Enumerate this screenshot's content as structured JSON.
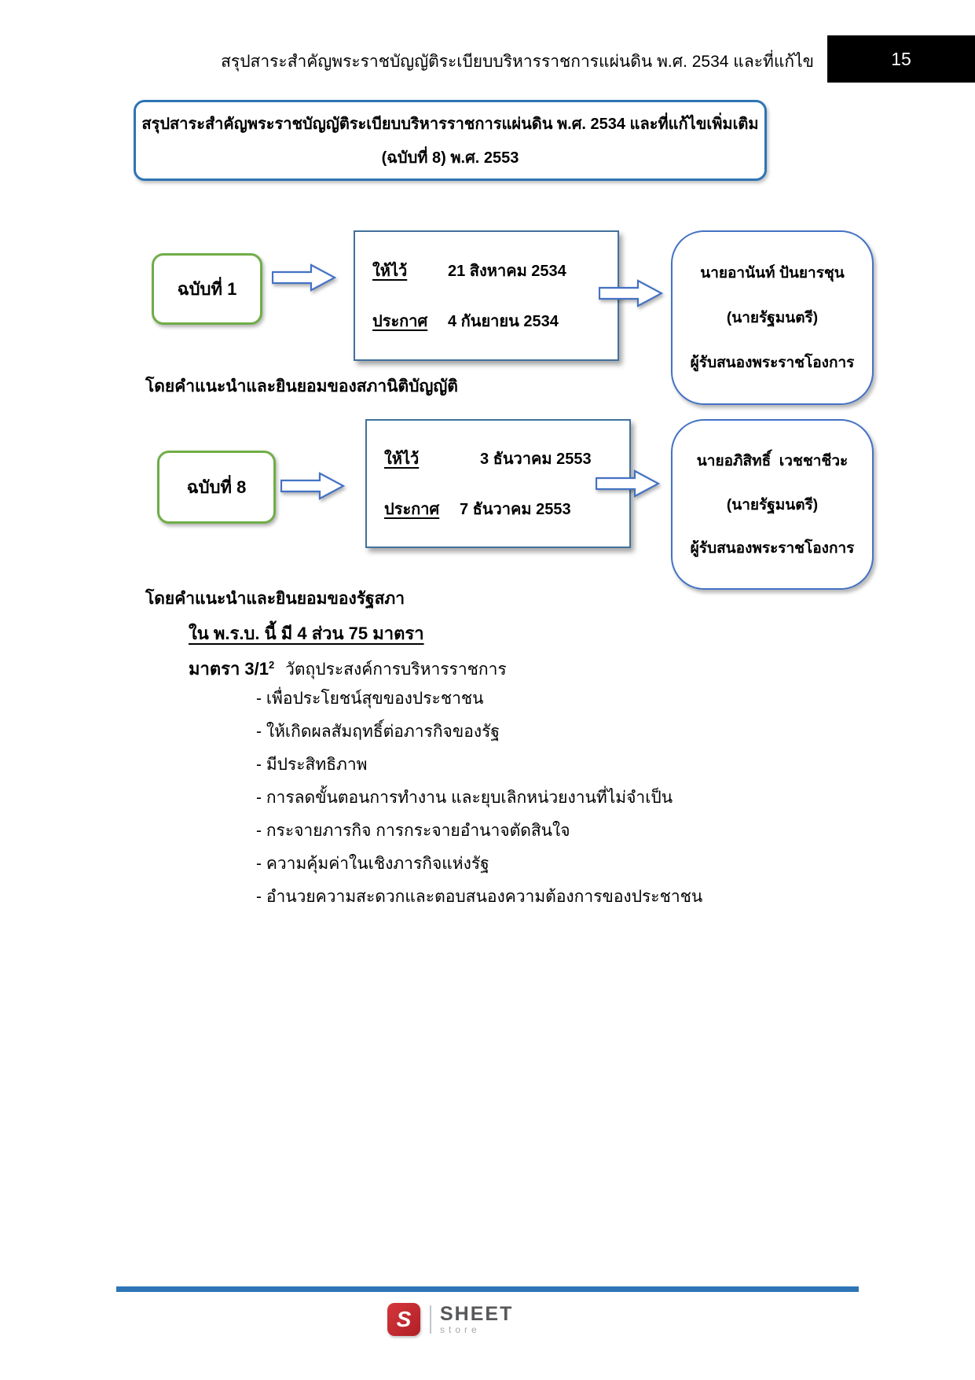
{
  "header": {
    "running_title": "สรุปสาระสำคัญพระราชบัญญัติระเบียบบริหารราชการแผ่นดิน พ.ศ. 2534 และที่แก้ไข",
    "page_number": "15"
  },
  "title_box": {
    "line1": "สรุปสาระสำคัญพระราชบัญญัติระเบียบบริหารราชการแผ่นดิน พ.ศ. 2534 และที่แก้ไขเพิ่มเติม",
    "line2": "(ฉบับที่ 8) พ.ศ. 2553"
  },
  "editions": [
    {
      "label": "ฉบับที่ 1",
      "given_label": "ให้ไว้",
      "given_date": "21 สิงหาคม 2534",
      "announce_label": "ประกาศ",
      "announce_date": "4 กันยายน 2534",
      "signer_name": "นายอานันท์ ปันยารชุน",
      "signer_title": "(นายรัฐมนตรี)",
      "signer_role": "ผู้รับสนองพระราชโองการ",
      "consent_note": "โดยคำแนะนำและยินยอมของสภานิติบัญญัติ"
    },
    {
      "label": "ฉบับที่ 8",
      "given_label": "ให้ไว้",
      "given_date": "3 ธันวาคม 2553",
      "announce_label": "ประกาศ",
      "announce_date": "7 ธันวาคม 2553",
      "signer_name": "นายอภิสิทธิ์  เวชชาชีวะ",
      "signer_title": "(นายรัฐมนตรี)",
      "signer_role": "ผู้รับสนองพระราชโองการ",
      "consent_note": "โดยคำแนะนำและยินยอมของรัฐสภา"
    }
  ],
  "act_summary": {
    "heading": "ใน พ.ร.บ. นี้ มี 4 ส่วน 75 มาตรา",
    "article_label": "มาตรา 3/1",
    "article_superscript": "2",
    "article_title": "วัตถุประสงค์การบริหารราชการ",
    "objectives": [
      "- เพื่อประโยชน์สุขของประชาชน",
      "- ให้เกิดผลสัมฤทธิ์ต่อภารกิจของรัฐ",
      "- มีประสิทธิภาพ",
      "- การลดขั้นตอนการทำงาน และยุบเลิกหน่วยงานที่ไม่จำเป็น",
      "- กระจายภารกิจ การกระจายอำนาจตัดสินใจ",
      "- ความคุ้มค่าในเชิงภารกิจแห่งรัฐ",
      "- อำนวยความสะดวกและตอบสนองความต้องการของประชาชน"
    ]
  },
  "footer": {
    "logo_letter": "S",
    "brand": "SHEET",
    "brand_subtitle": "store"
  },
  "colors": {
    "accent_blue": "#4472c4",
    "title_border_blue": "#2e74b5",
    "date_box_border_blue": "#41719c",
    "edition_green": "#70ad47",
    "footer_bar_blue": "#2e75b6",
    "page_number_bg": "#000000",
    "logo_red": "#c4272e"
  }
}
